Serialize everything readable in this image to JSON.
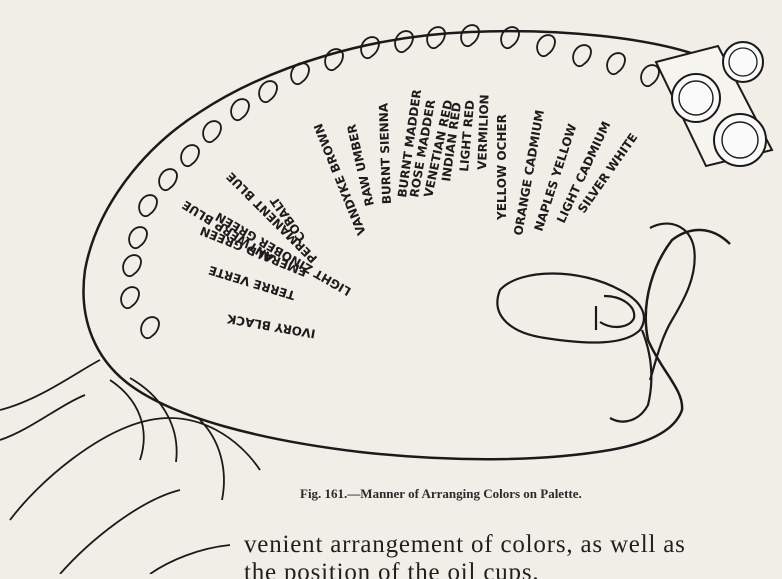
{
  "figure": {
    "caption": "Fig. 161.—Manner of Arranging Colors on Palette.",
    "colors": [
      "IVORY BLACK",
      "TERRE VERTE",
      "EMERALD GREEN",
      "LIGHT ZINOBER GREEN",
      "ANTWERP BLUE",
      "PERMANENT BLUE",
      "COBALT",
      "VANDYKE BROWN",
      "RAW UMBER",
      "BURNT SIENNA",
      "BURNT MADDER",
      "ROSE MADDER",
      "VENETIAN RED",
      "INDIAN RED",
      "LIGHT RED",
      "VERMILION",
      "YELLOW OCHER",
      "ORANGE CADMIUM",
      "NAPLES YELLOW",
      "LIGHT CADMIUM",
      "SILVER WHITE"
    ]
  },
  "text": {
    "line1": "venient arrangement of colors, as well as",
    "line2": "the position of the oil cups."
  }
}
